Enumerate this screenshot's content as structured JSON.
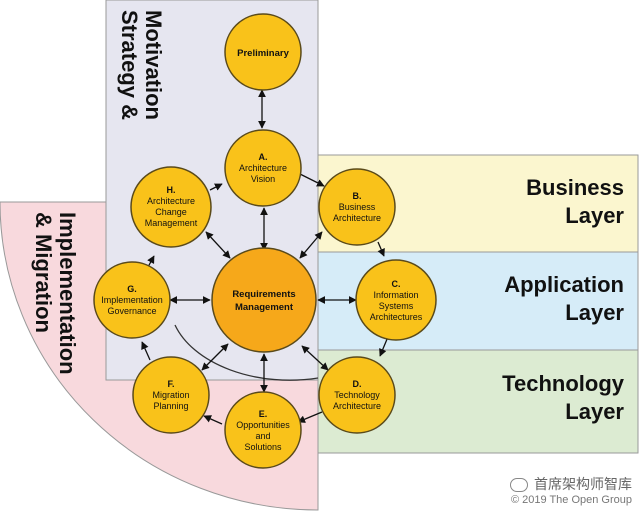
{
  "regions": {
    "strategy": {
      "line1": "Strategy &",
      "line2": "Motivation",
      "color": "#e6e6f0"
    },
    "implementation": {
      "line1": "Implementation",
      "line2": "& Migration",
      "color": "#f8d9dd"
    },
    "business": {
      "line1": "Business",
      "line2": "Layer",
      "color": "#fbf6cf"
    },
    "application": {
      "line1": "Application",
      "line2": "Layer",
      "color": "#d6ecf8"
    },
    "technology": {
      "line1": "Technology",
      "line2": "Layer",
      "color": "#dcebd2"
    }
  },
  "phases": {
    "preliminary": {
      "line1": "Preliminary"
    },
    "a": {
      "letter": "A.",
      "line1": "Architecture",
      "line2": "Vision"
    },
    "b": {
      "letter": "B.",
      "line1": "Business",
      "line2": "Architecture"
    },
    "c": {
      "letter": "C.",
      "line1": "Information",
      "line2": "Systems",
      "line3": "Architectures"
    },
    "d": {
      "letter": "D.",
      "line1": "Technology",
      "line2": "Architecture"
    },
    "e": {
      "letter": "E.",
      "line1": "Opportunities",
      "line2": "and",
      "line3": "Solutions"
    },
    "f": {
      "letter": "F.",
      "line1": "Migration",
      "line2": "Planning"
    },
    "g": {
      "letter": "G.",
      "line1": "Implementation",
      "line2": "Governance"
    },
    "h": {
      "letter": "H.",
      "line1": "Architecture",
      "line2": "Change",
      "line3": "Management"
    },
    "center": {
      "line1": "Requirements",
      "line2": "Management"
    }
  },
  "footer": {
    "watermark": "首席架构师智库",
    "copyright": "© 2019 The Open Group"
  },
  "colors": {
    "circle": "#f9c21a",
    "center": "#f6a81a",
    "stroke": "#5a4a1a"
  }
}
